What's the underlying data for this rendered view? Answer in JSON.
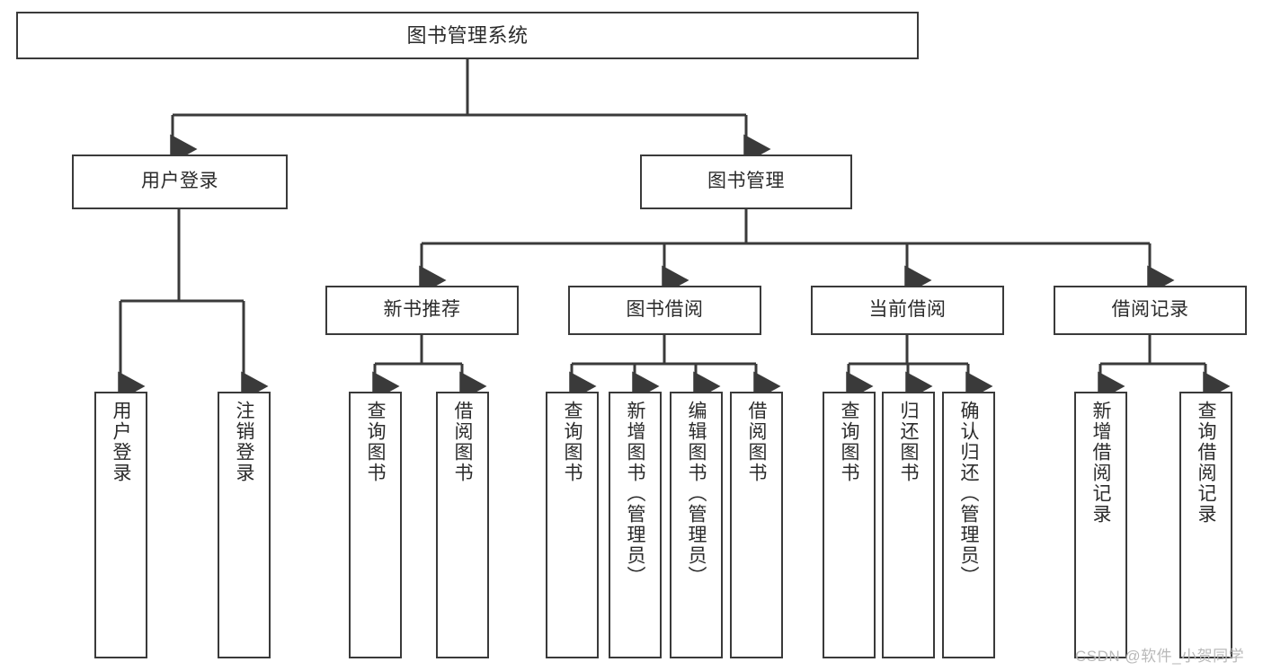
{
  "diagram": {
    "title": "图书管理系统",
    "type": "tree-hierarchy",
    "stroke_color": "#3a3a3a",
    "text_color": "#2b2b2b",
    "background": "#ffffff",
    "nodes": {
      "root": {
        "label": "图书管理系统"
      },
      "level2": [
        {
          "id": "user-login",
          "label": "用户登录"
        },
        {
          "id": "book-manage",
          "label": "图书管理"
        }
      ],
      "level3": [
        {
          "id": "new-book-rec",
          "label": "新书推荐"
        },
        {
          "id": "book-borrow",
          "label": "图书借阅"
        },
        {
          "id": "current-borrow",
          "label": "当前借阅"
        },
        {
          "id": "borrow-record",
          "label": "借阅记录"
        }
      ],
      "leaves": {
        "user-login": [
          {
            "id": "leaf-user-login",
            "label": "用户登录"
          },
          {
            "id": "leaf-logout",
            "label": "注销登录"
          }
        ],
        "new-book-rec": [
          {
            "id": "leaf-query-book-1",
            "label": "查询图书"
          },
          {
            "id": "leaf-borrow-book-1",
            "label": "借阅图书"
          }
        ],
        "book-borrow": [
          {
            "id": "leaf-query-book-2",
            "label": "查询图书"
          },
          {
            "id": "leaf-add-book",
            "label": "新增图书（管理员）"
          },
          {
            "id": "leaf-edit-book",
            "label": "编辑图书（管理员）"
          },
          {
            "id": "leaf-borrow-book-2",
            "label": "借阅图书"
          }
        ],
        "current-borrow": [
          {
            "id": "leaf-query-book-3",
            "label": "查询图书"
          },
          {
            "id": "leaf-return-book",
            "label": "归还图书"
          },
          {
            "id": "leaf-confirm-return",
            "label": "确认归还（管理员）"
          }
        ],
        "borrow-record": [
          {
            "id": "leaf-add-record",
            "label": "新增借阅记录"
          },
          {
            "id": "leaf-query-record",
            "label": "查询借阅记录"
          }
        ]
      }
    },
    "watermark": "CSDN @软件_小贺同学"
  }
}
